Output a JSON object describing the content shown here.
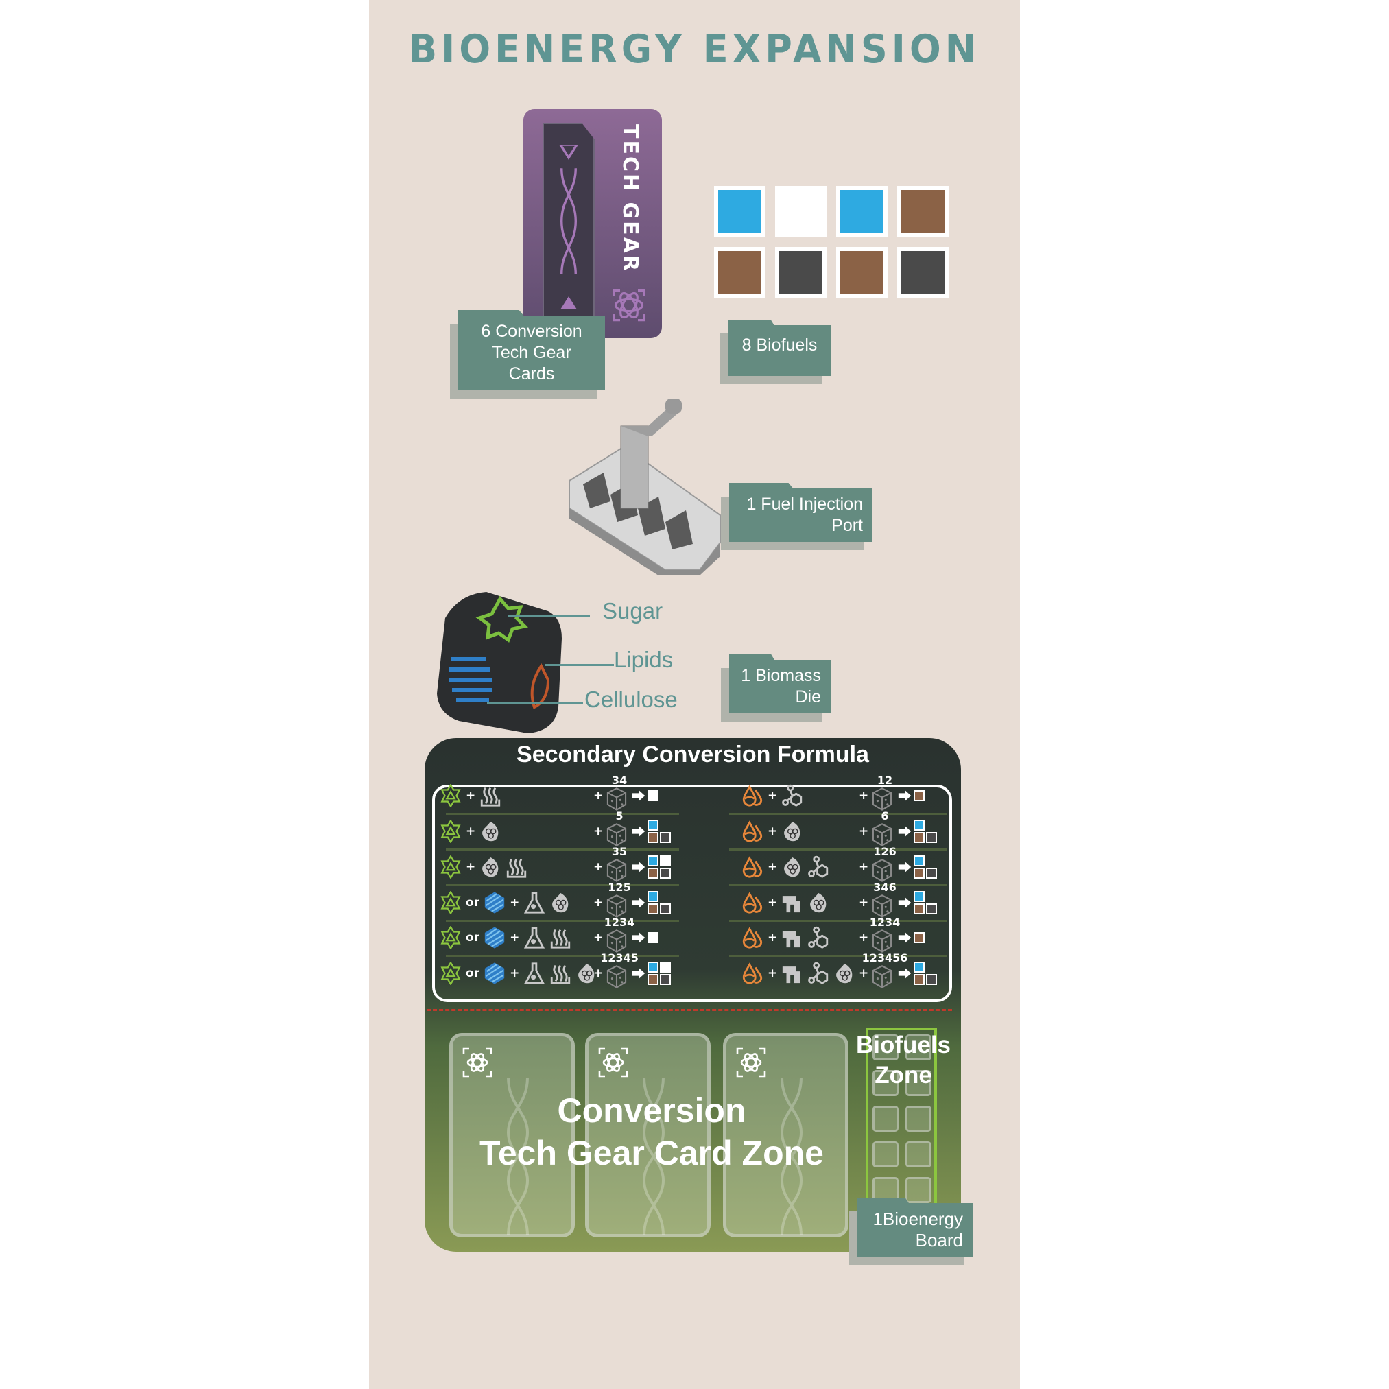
{
  "title": "BIOENERGY EXPANSION",
  "components": {
    "tech_gear_card": {
      "card_text": "TECH GEAR",
      "label": [
        "6  Conversion",
        "Tech Gear Cards"
      ]
    },
    "biofuels": {
      "label": "8 Biofuels",
      "tokens": [
        "blue",
        "white",
        "blue",
        "brown",
        "brown",
        "dark",
        "brown",
        "dark"
      ]
    },
    "fuel_injection_port": {
      "label": [
        "1 Fuel Injection",
        "Port"
      ]
    },
    "biomass_die": {
      "label": [
        "1 Biomass",
        "Die"
      ],
      "faces": [
        "Sugar",
        "Lipids",
        "Cellulose"
      ]
    },
    "board": {
      "label": [
        "1Bioenergy",
        "Board"
      ]
    }
  },
  "colors": {
    "blue": "#2eaae1",
    "white": "#ffffff",
    "brown": "#8b6246",
    "dark": "#4a4a4a",
    "accent": "#5f9593",
    "label_bg": "#648b80"
  },
  "formula": {
    "title": "Secondary Conversion Formula",
    "left": [
      {
        "inputs": [
          "sugar",
          "+",
          "heat"
        ],
        "dice": "34",
        "output": [
          [
            "white"
          ]
        ]
      },
      {
        "inputs": [
          "sugar",
          "+",
          "lipid"
        ],
        "dice": "5",
        "output": [
          [
            "blue"
          ],
          [
            "brown",
            "dark"
          ]
        ]
      },
      {
        "inputs": [
          "sugar",
          "+",
          "lipid",
          "heat"
        ],
        "dice": "35",
        "output": [
          [
            "blue",
            "white"
          ],
          [
            "brown",
            "dark"
          ]
        ]
      },
      {
        "inputs": [
          "sugar",
          "or",
          "cellulose",
          "+",
          "flask",
          "lipid"
        ],
        "dice": "125",
        "output": [
          [
            "blue"
          ],
          [
            "brown",
            "dark"
          ]
        ]
      },
      {
        "inputs": [
          "sugar",
          "or",
          "cellulose",
          "+",
          "flask",
          "heat"
        ],
        "dice": "1234",
        "output": [
          [
            "white"
          ]
        ]
      },
      {
        "inputs": [
          "sugar",
          "or",
          "cellulose",
          "+",
          "flask",
          "heat",
          "lipid"
        ],
        "dice": "12345",
        "output": [
          [
            "blue",
            "white"
          ],
          [
            "brown",
            "dark"
          ]
        ]
      }
    ],
    "right": [
      {
        "inputs": [
          "oil",
          "+",
          "molecule"
        ],
        "dice": "12",
        "output": [
          [
            "brown"
          ]
        ]
      },
      {
        "inputs": [
          "oil",
          "+",
          "lipid"
        ],
        "dice": "6",
        "output": [
          [
            "blue"
          ],
          [
            "brown",
            "dark"
          ]
        ]
      },
      {
        "inputs": [
          "oil",
          "+",
          "lipid",
          "molecule"
        ],
        "dice": "126",
        "output": [
          [
            "blue"
          ],
          [
            "brown",
            "dark"
          ]
        ]
      },
      {
        "inputs": [
          "oil",
          "+",
          "machine",
          "lipid"
        ],
        "dice": "346",
        "output": [
          [
            "blue"
          ],
          [
            "brown",
            "dark"
          ]
        ]
      },
      {
        "inputs": [
          "oil",
          "+",
          "machine",
          "molecule"
        ],
        "dice": "1234",
        "output": [
          [
            "brown"
          ]
        ]
      },
      {
        "inputs": [
          "oil",
          "+",
          "machine",
          "molecule",
          "lipid"
        ],
        "dice": "123456",
        "output": [
          [
            "blue"
          ],
          [
            "brown",
            "dark"
          ]
        ]
      }
    ]
  },
  "zones": {
    "card_zone": [
      "Conversion",
      "Tech Gear Card Zone"
    ],
    "biofuels_zone": [
      "Biofuels",
      "Zone"
    ]
  }
}
